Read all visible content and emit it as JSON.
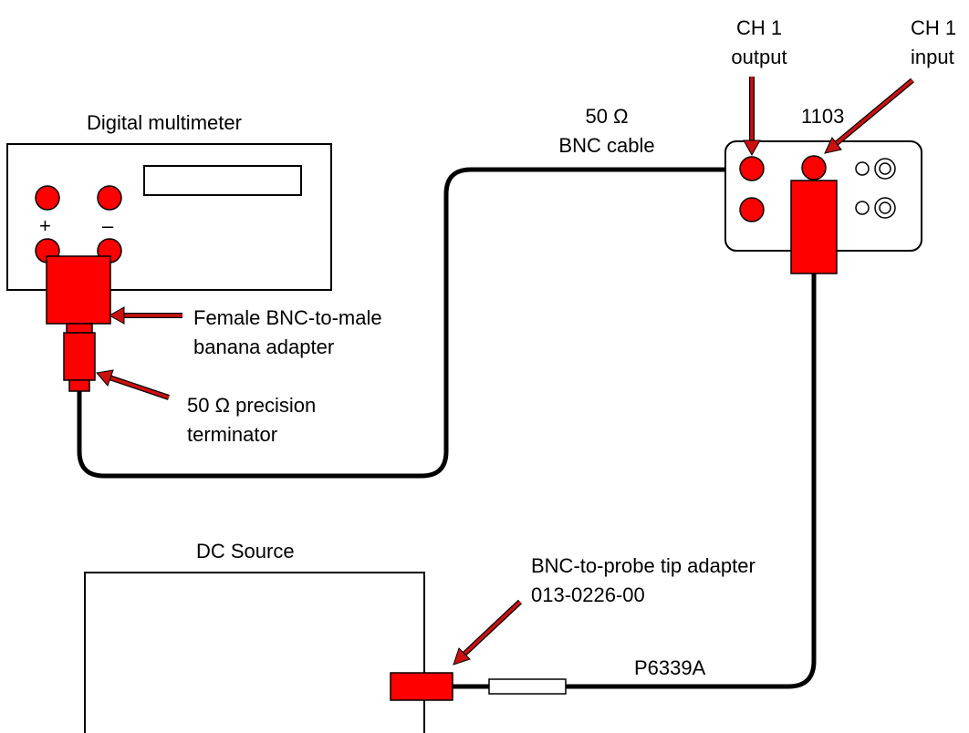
{
  "labels": {
    "multimeter": "Digital multimeter",
    "plus": "+",
    "minus": "–",
    "adapter_line1": "Female  BNC-to-male",
    "adapter_line2": "banana adapter",
    "terminator_line1": "50 Ω precision",
    "terminator_line2": "terminator",
    "cable_line1": "50 Ω",
    "cable_line2": "BNC cable",
    "ch1_output_line1": "CH 1",
    "ch1_output_line2": "output",
    "ch1_input_line1": "CH 1",
    "ch1_input_line2": "input",
    "model": "1103",
    "dc_source": "DC Source",
    "probe_adapter_line1": "BNC-to-probe tip adapter",
    "probe_adapter_line2": "013-0226-00",
    "probe": "P6339A"
  },
  "colors": {
    "component": "#ff0000",
    "outline": "#000000",
    "arrow": "#cc1010",
    "cable": "#000000"
  }
}
